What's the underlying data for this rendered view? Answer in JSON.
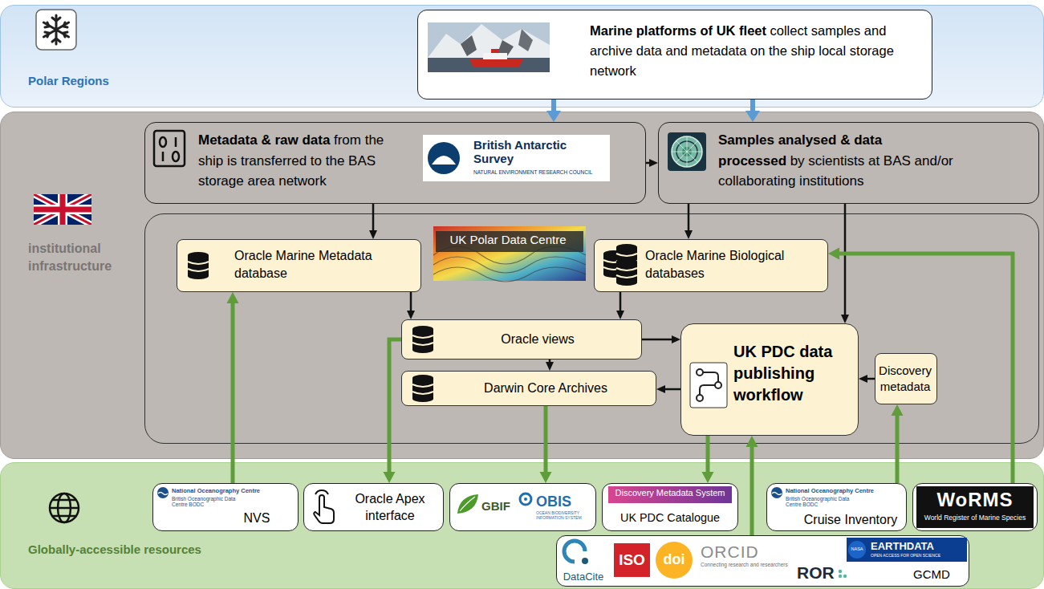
{
  "diagram": {
    "nodes": [
      {
        "text": [
          "Polar Regions"
        ]
      },
      {
        "text": [
          "Marine platforms of UK fleet",
          "collect samples and archive data and metadata on the ship local storage network"
        ],
        "in": 0
      },
      {
        "text": [
          "institutional infrastructure"
        ]
      },
      {
        "text": [
          "Metadata & raw data",
          "from the ship is transferred to the BAS storage area network",
          "British Antarctic Survey",
          "NATURAL ENVIRONMENT RESEARCH COUNCIL"
        ],
        "in": 2
      },
      {
        "text": [
          "Samples analysed & data processed",
          "by scientists at BAS and/or collaborating institutions"
        ],
        "in": 2
      },
      {
        "text": [
          "UK Polar Data Centre"
        ],
        "in": 2
      },
      {
        "text": [
          "Oracle Marine Metadata database"
        ],
        "in": 5
      },
      {
        "text": [
          "Oracle Marine Biological databases"
        ],
        "in": 5
      },
      {
        "text": [
          "Oracle views"
        ],
        "in": 5
      },
      {
        "text": [
          "Darwin Core Archives"
        ],
        "in": 5
      },
      {
        "text": [
          "UK PDC data publishing workflow"
        ],
        "in": 5
      },
      {
        "text": [
          "Discovery metadata"
        ],
        "in": 5
      },
      {
        "text": [
          "Globally-accessible resources"
        ]
      },
      {
        "text": [
          "National Oceanography Centre",
          "British Oceanographic Data Centre BODC",
          "NVS"
        ],
        "in": 12
      },
      {
        "text": [
          "Oracle Apex interface"
        ],
        "in": 12
      },
      {
        "text": [
          "GBIF",
          "OBIS",
          "OCEAN BIODIVERSITY INFORMATION SYSTEM"
        ],
        "in": 12
      },
      {
        "text": [
          "Discovery Metadata System",
          "UK PDC Catalogue"
        ],
        "in": 12
      },
      {
        "text": [
          "National Oceanography Centre",
          "British Oceanographic Data Centre BODC",
          "Cruise Inventory"
        ],
        "in": 12
      },
      {
        "text": [
          "WoRMS",
          "World Register of Marine Species"
        ],
        "in": 12
      },
      {
        "text": [
          "DataCite",
          "ISO",
          "doi",
          "ORCID",
          "Connecting research and researchers",
          "ROR",
          "NASA",
          "EARTHDATA",
          "OPEN ACCESS FOR OPEN SCIENCE",
          "GCMD"
        ],
        "in": 12
      }
    ],
    "edges": [
      {
        "from": 1,
        "to": 3,
        "arrow": "to"
      },
      {
        "from": 1,
        "to": 4,
        "arrow": "to"
      },
      {
        "from": 3,
        "to": 4,
        "arrow": "to"
      },
      {
        "from": 3,
        "to": 6,
        "arrow": "to"
      },
      {
        "from": 4,
        "to": 7,
        "arrow": "to"
      },
      {
        "from": 4,
        "to": 10,
        "arrow": "to"
      },
      {
        "from": 6,
        "to": 8,
        "arrow": "to"
      },
      {
        "from": 7,
        "to": 8,
        "arrow": "to"
      },
      {
        "from": 8,
        "to": 10,
        "arrow": "to"
      },
      {
        "from": 8,
        "to": 9,
        "arrow": "to"
      },
      {
        "from": 10,
        "to": 9,
        "arrow": "to"
      },
      {
        "from": 11,
        "to": 10,
        "arrow": "to"
      },
      {
        "from": 13,
        "to": 6,
        "arrow": "to"
      },
      {
        "from": 8,
        "to": 14,
        "arrow": "to"
      },
      {
        "from": 9,
        "to": 15,
        "arrow": "to"
      },
      {
        "from": 10,
        "to": 16,
        "arrow": "to"
      },
      {
        "from": 19,
        "to": 10,
        "arrow": "to"
      },
      {
        "from": 17,
        "to": 11,
        "arrow": "to"
      },
      {
        "from": 18,
        "to": 7,
        "arrow": "to"
      }
    ]
  }
}
